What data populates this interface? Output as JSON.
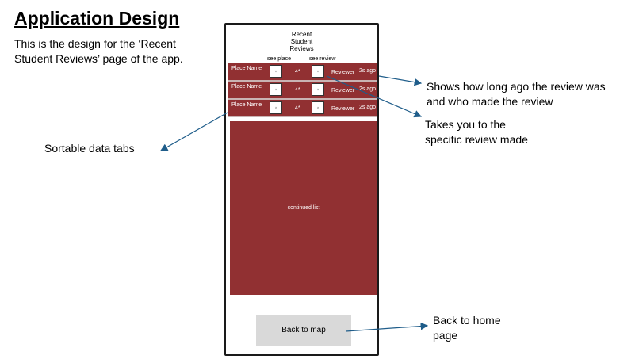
{
  "slide": {
    "title": "Application Design",
    "description": "This is the design for the ‘Recent Student Reviews’ page of the app."
  },
  "phone": {
    "page_title_lines": [
      "Recent",
      "Student",
      "Reviews"
    ],
    "columns": {
      "see_place": "see place",
      "see_review": "see review"
    },
    "rows": [
      {
        "place": "Place Name",
        "rating": "4*",
        "reviewer": "Reviewer",
        "time": "2s ago"
      },
      {
        "place": "Place Name",
        "rating": "4*",
        "reviewer": "Reviewer",
        "time": "2s ago"
      },
      {
        "place": "Place Name",
        "rating": "4*",
        "reviewer": "Reviewer",
        "time": "2s ago"
      }
    ],
    "list_placeholder": "continued list",
    "back_button": "Back to map",
    "icons": {
      "link": "external-link-icon"
    }
  },
  "callouts": {
    "time_reviewer": [
      "Shows how long ago the review was",
      "and who made the review"
    ],
    "specific_review": [
      "Takes you to the",
      "specific review made"
    ],
    "sortable": "Sortable data tabs",
    "home": [
      "Back to home",
      "page"
    ]
  },
  "colors": {
    "row": "#913032",
    "button": "#d9d9d9",
    "arrow": "#1f5d8a"
  }
}
